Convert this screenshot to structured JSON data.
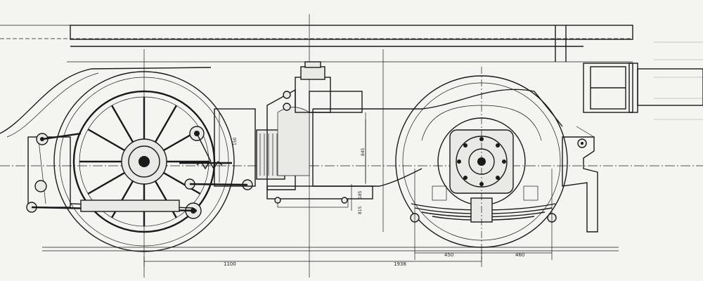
{
  "drawing": {
    "colors": {
      "ink": "#1a1a1a",
      "paper": "#f4f4f1",
      "faint": "#9a9a9a"
    },
    "dimensions": {
      "d1": "1100",
      "d2": "1938",
      "d3": "450",
      "d4": "460",
      "v1": "150",
      "v2": "845",
      "v3": "185",
      "v4": "815"
    }
  }
}
